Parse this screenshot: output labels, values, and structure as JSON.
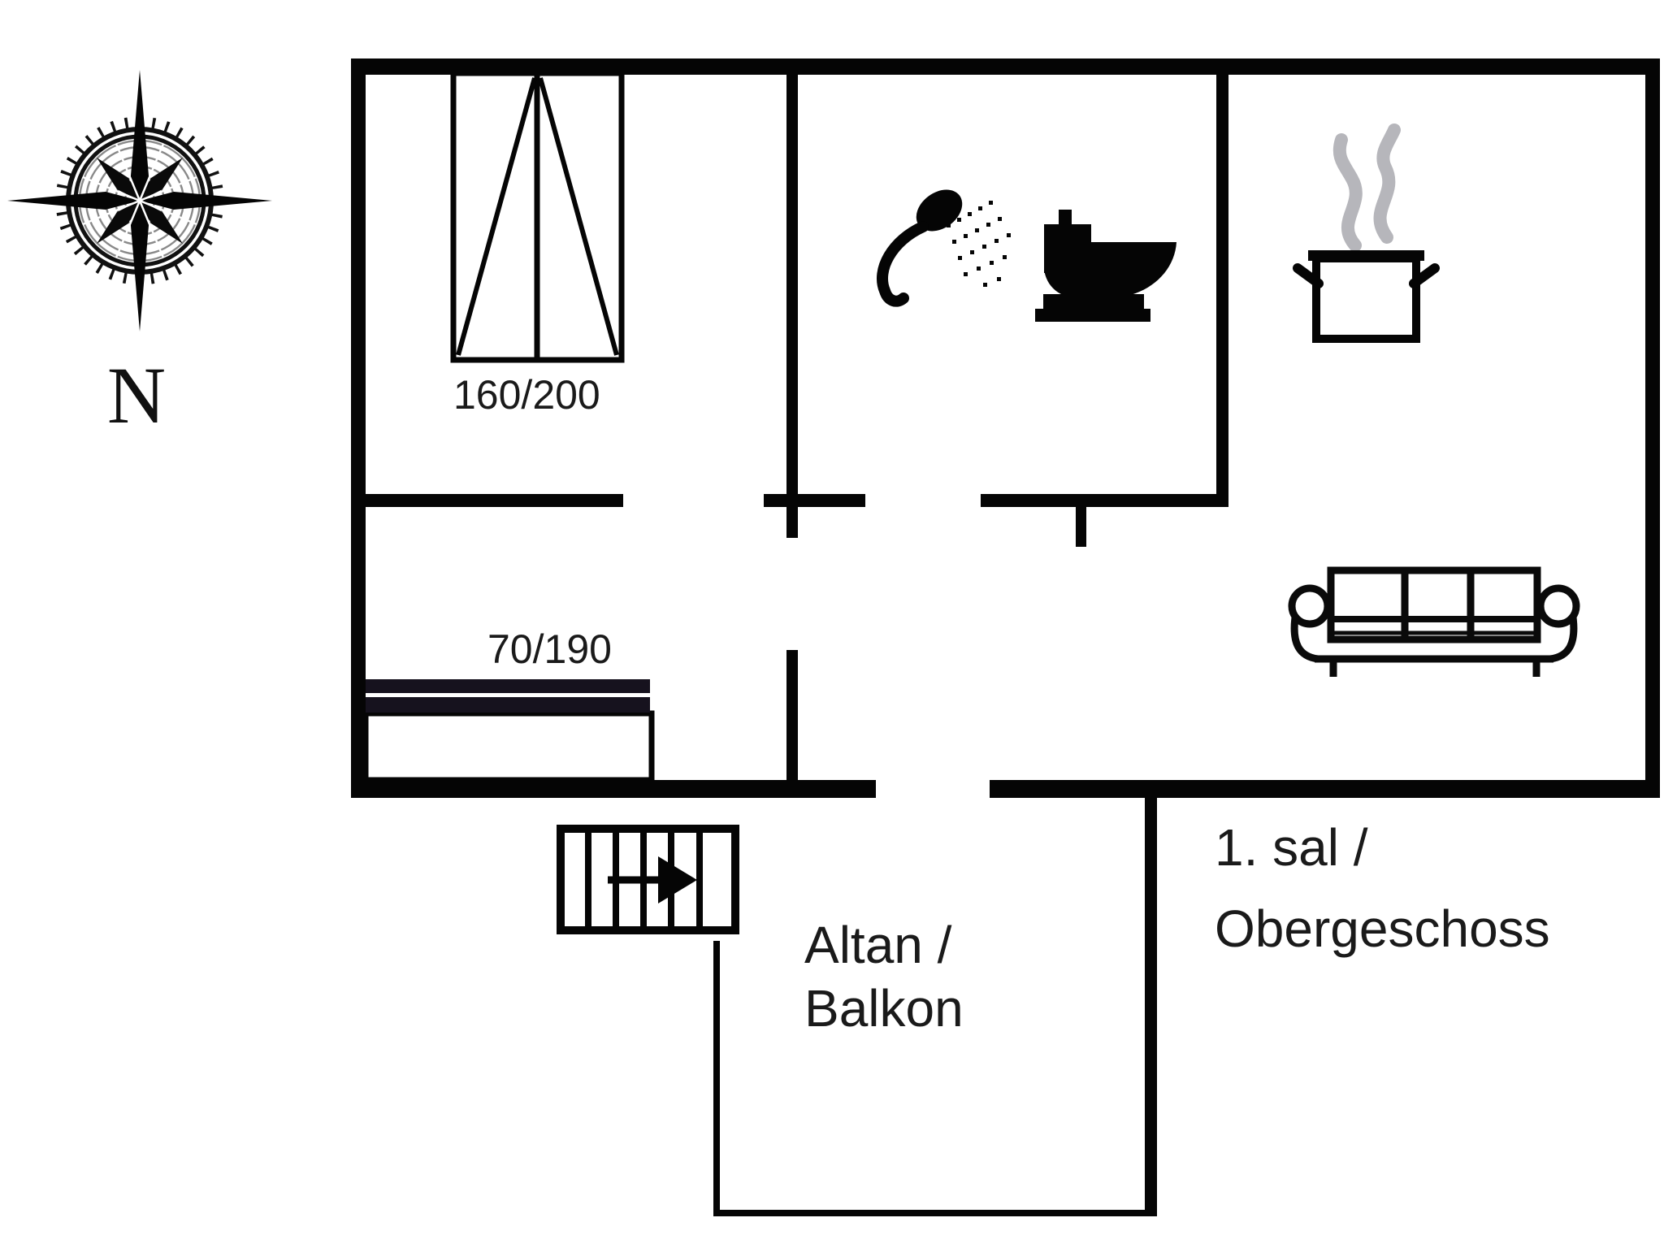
{
  "page": {
    "type": "floor-plan",
    "background": "#ffffff"
  },
  "compass": {
    "label": "N"
  },
  "labels": {
    "double_bed": "160/200",
    "single_bed": "70/190",
    "balcony_line1": "Altan /",
    "balcony_line2": "Balkon",
    "floor_line1": "1. sal /",
    "floor_line2": "Obergeschoss"
  },
  "icons": [
    "compass-rose-icon",
    "double-bed-icon",
    "single-bed-icon",
    "shower-icon",
    "toilet-icon",
    "cooking-pot-icon",
    "steam-icon",
    "sofa-icon",
    "stairs-icon",
    "stairs-direction-arrow-icon"
  ],
  "colors": {
    "wall": "#050505",
    "text": "#1a1a1a",
    "steam": "#b6b6bb",
    "background": "#ffffff"
  }
}
